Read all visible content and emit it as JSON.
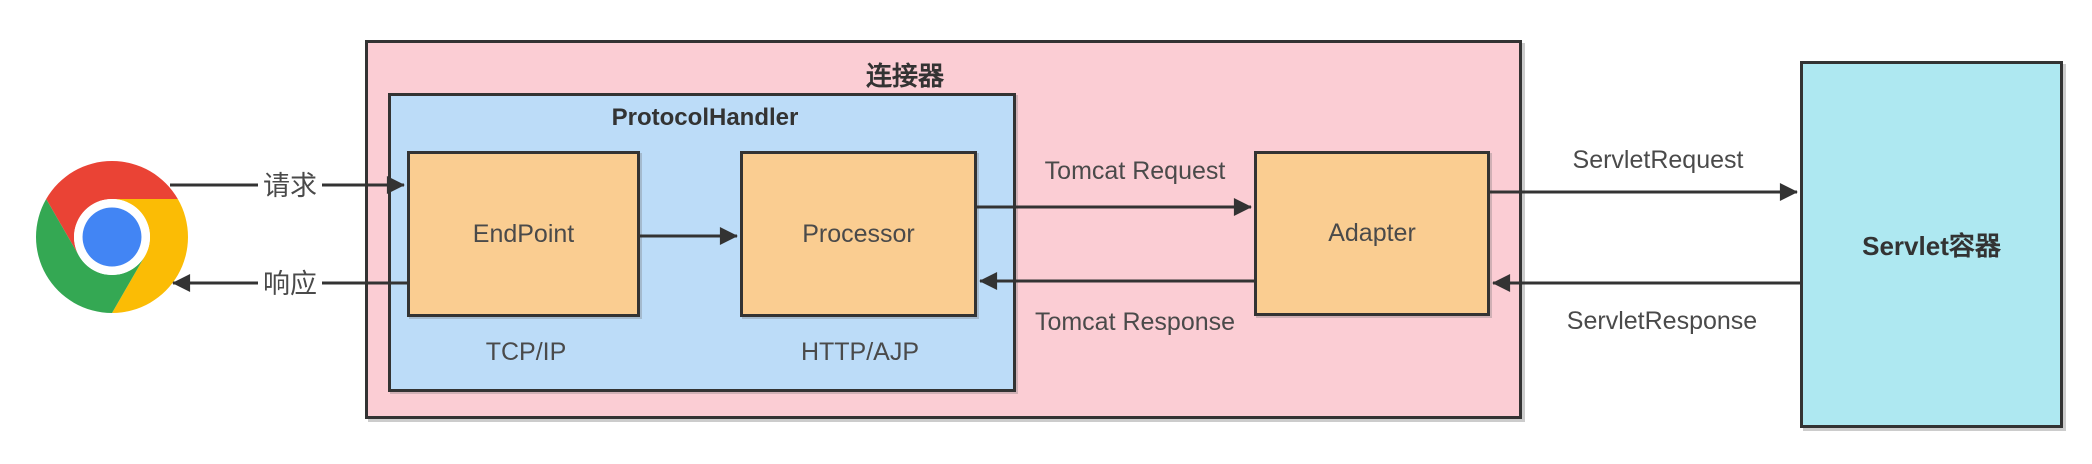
{
  "icons": {
    "client": "chrome-logo"
  },
  "connector": {
    "title": "连接器",
    "protocol_handler": {
      "title": "ProtocolHandler",
      "endpoint_label": "EndPoint",
      "endpoint_sublabel": "TCP/IP",
      "processor_label": "Processor",
      "processor_sublabel": "HTTP/AJP"
    },
    "adapter_label": "Adapter"
  },
  "servlet_container": {
    "title": "Servlet容器"
  },
  "arrows": {
    "request": "请求",
    "response": "响应",
    "tomcat_request": "Tomcat Request",
    "tomcat_response": "Tomcat Response",
    "servlet_request": "ServletRequest",
    "servlet_response": "ServletResponse"
  },
  "colors": {
    "connector_fill": "#fbcdd4",
    "protocol_handler_fill": "#bcdcf8",
    "component_fill": "#facd91",
    "servlet_fill": "#aee8f1",
    "border": "#333333",
    "label_text": "#4a4a4a",
    "chrome_red": "#ea4335",
    "chrome_green": "#34a853",
    "chrome_yellow": "#fbbc05",
    "chrome_blue": "#4285f4"
  }
}
